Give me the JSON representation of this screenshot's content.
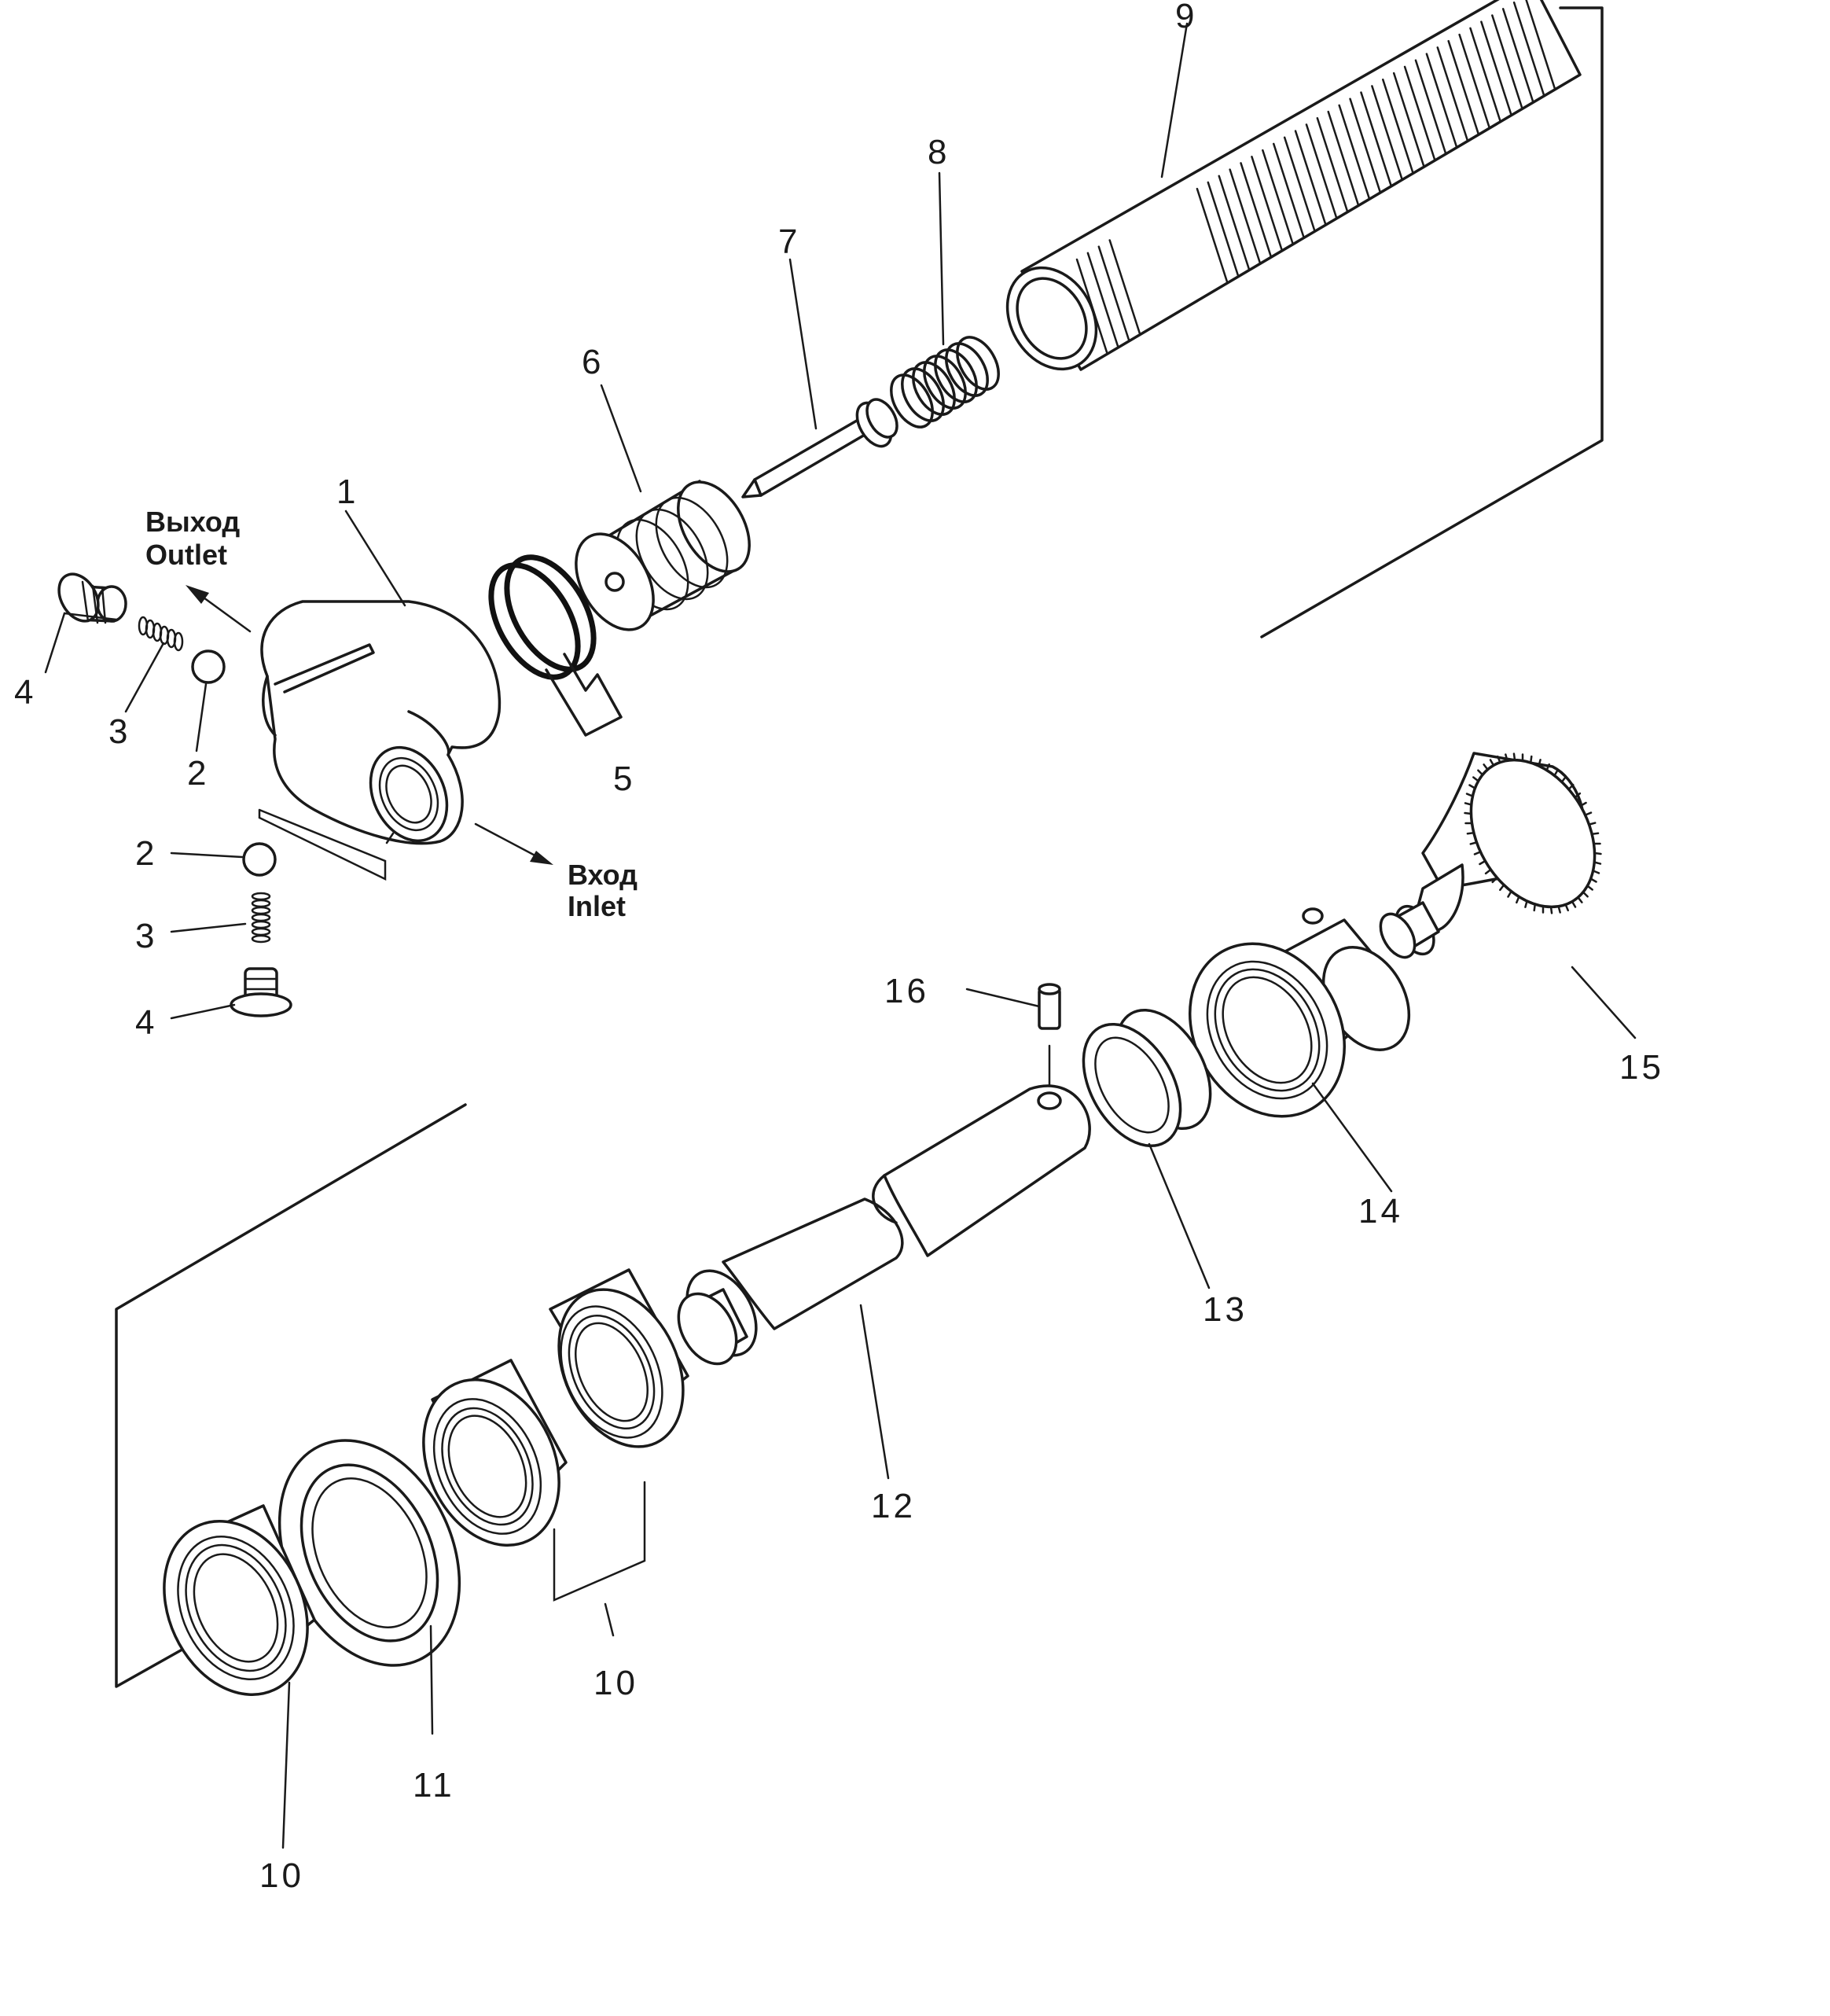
{
  "diagram": {
    "outlet_label_ru": "Выход",
    "outlet_label_en": "Outlet",
    "inlet_label_ru": "Вход",
    "inlet_label_en": "Inlet",
    "callouts": {
      "p1": "1",
      "p2a": "2",
      "p2b": "2",
      "p3a": "3",
      "p3b": "3",
      "p4a": "4",
      "p4b": "4",
      "p5": "5",
      "p6": "6",
      "p7": "7",
      "p8": "8",
      "p9": "9",
      "p10a": "10",
      "p10b": "10",
      "p11": "11",
      "p12": "12",
      "p13": "13",
      "p14": "14",
      "p15": "15",
      "p16": "16"
    }
  }
}
